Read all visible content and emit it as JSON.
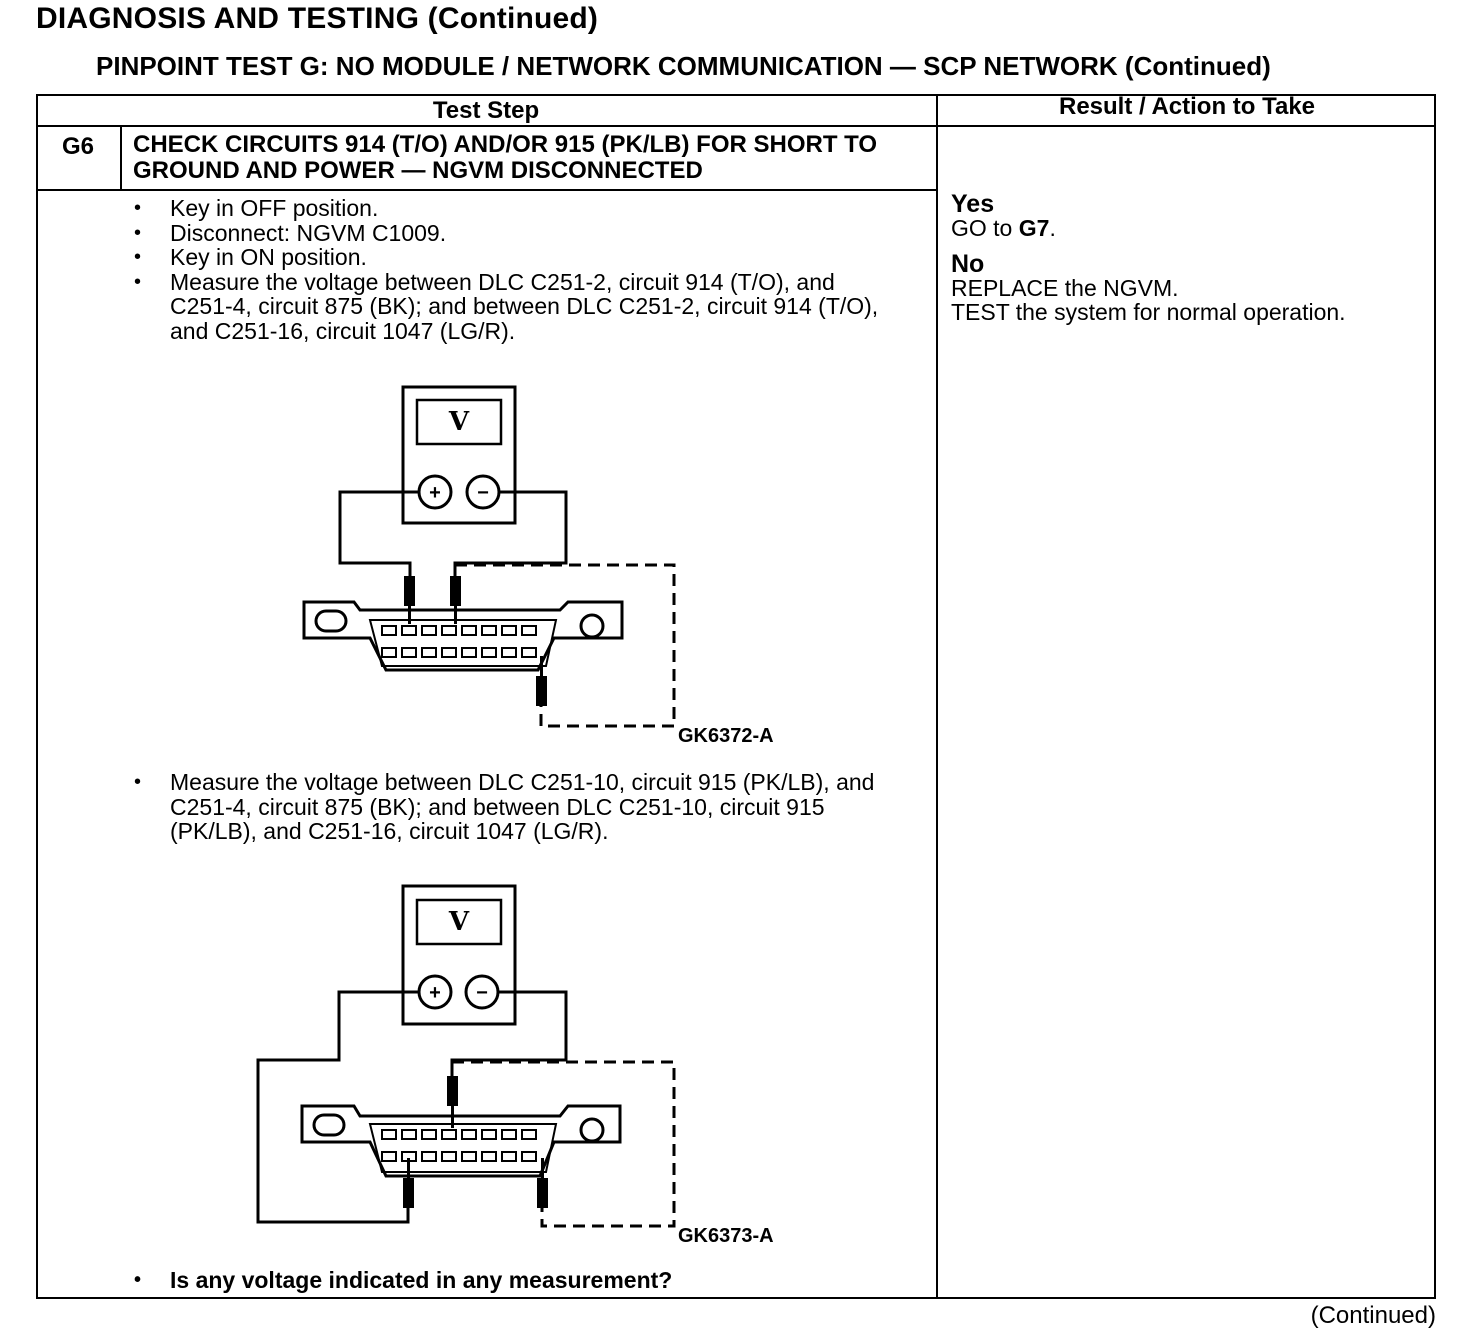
{
  "header": {
    "title": "DIAGNOSIS AND TESTING (Continued)",
    "subtitle": "PINPOINT TEST  G: NO MODULE / NETWORK COMMUNICATION — SCP NETWORK (Continued)"
  },
  "table": {
    "col_test_step": "Test Step",
    "col_result": "Result / Action to Take",
    "step": {
      "id": "G6",
      "title": "CHECK CIRCUITS 914 (T/O) AND/OR 915 (PK/LB) FOR SHORT TO GROUND AND POWER — NGVM DISCONNECTED",
      "bullets_top": [
        "Key in OFF position.",
        "Disconnect: NGVM C1009.",
        "Key in ON position.",
        "Measure the voltage between DLC C251-2, circuit 914 (T/O), and C251-4, circuit 875 (BK); and between DLC C251-2, circuit 914 (T/O), and C251-16, circuit 1047 (LG/R)."
      ],
      "figure1_id": "GK6372-A",
      "bullet_mid": "Measure the voltage between DLC C251-10, circuit 915 (PK/LB), and C251-4, circuit 875 (BK); and between DLC C251-10, circuit 915 (PK/LB), and C251-16, circuit 1047 (LG/R).",
      "figure2_id": "GK6373-A",
      "question": "Is any voltage indicated in any measurement?",
      "meter_label": "V",
      "plus": "+",
      "minus": "−"
    },
    "result": {
      "yes_label": "Yes",
      "yes_action_prefix": "GO to ",
      "yes_action_target": "G7",
      "yes_action_suffix": ".",
      "no_label": "No",
      "no_action_1": "REPLACE the NGVM.",
      "no_action_2": "TEST the system for normal operation."
    }
  },
  "footer": {
    "continued": "(Continued)"
  }
}
